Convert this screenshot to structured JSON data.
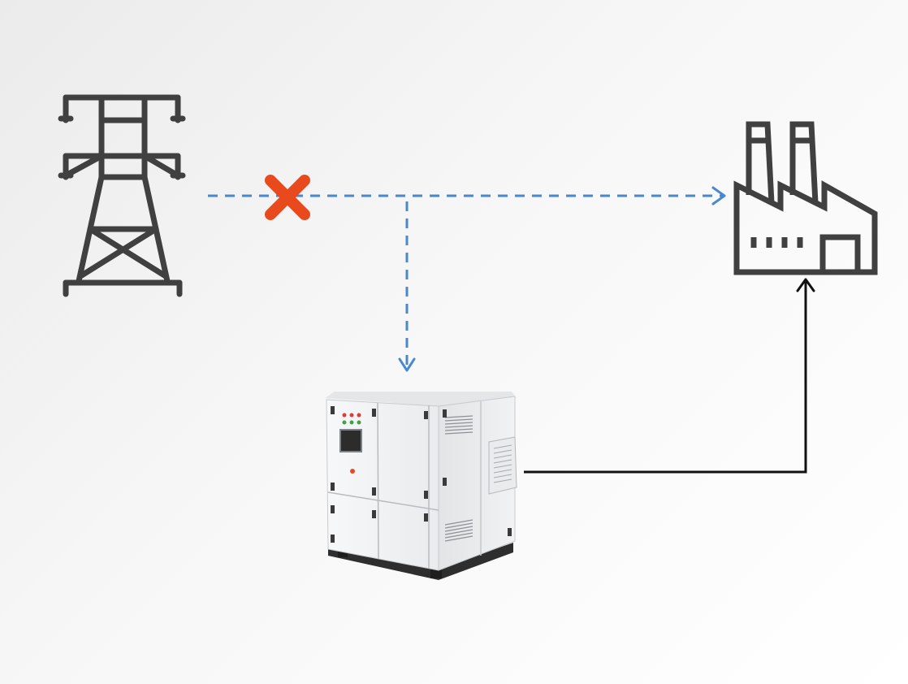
{
  "diagram": {
    "icons": {
      "pylon": "transmission-tower-icon",
      "factory": "factory-icon",
      "battery": "battery-storage-cabinet",
      "cross": "cross-mark-icon"
    },
    "colors": {
      "background_start": "#ebebeb",
      "background_end": "#ffffff",
      "grid_flow": "#4a87cc",
      "cross": "#e8491d",
      "battery_flow": "#111111",
      "icon_stroke": "#404040",
      "cabinet_body": "#f2f3f4",
      "cabinet_base": "#2e2e2e"
    },
    "connections": [
      {
        "from": "power-pylon",
        "to": "factory",
        "style": "dashed",
        "status": "interrupted"
      },
      {
        "from": "grid-line",
        "to": "battery-storage",
        "style": "dashed",
        "status": "active"
      },
      {
        "from": "battery-storage",
        "to": "factory",
        "style": "solid",
        "status": "active"
      }
    ]
  }
}
